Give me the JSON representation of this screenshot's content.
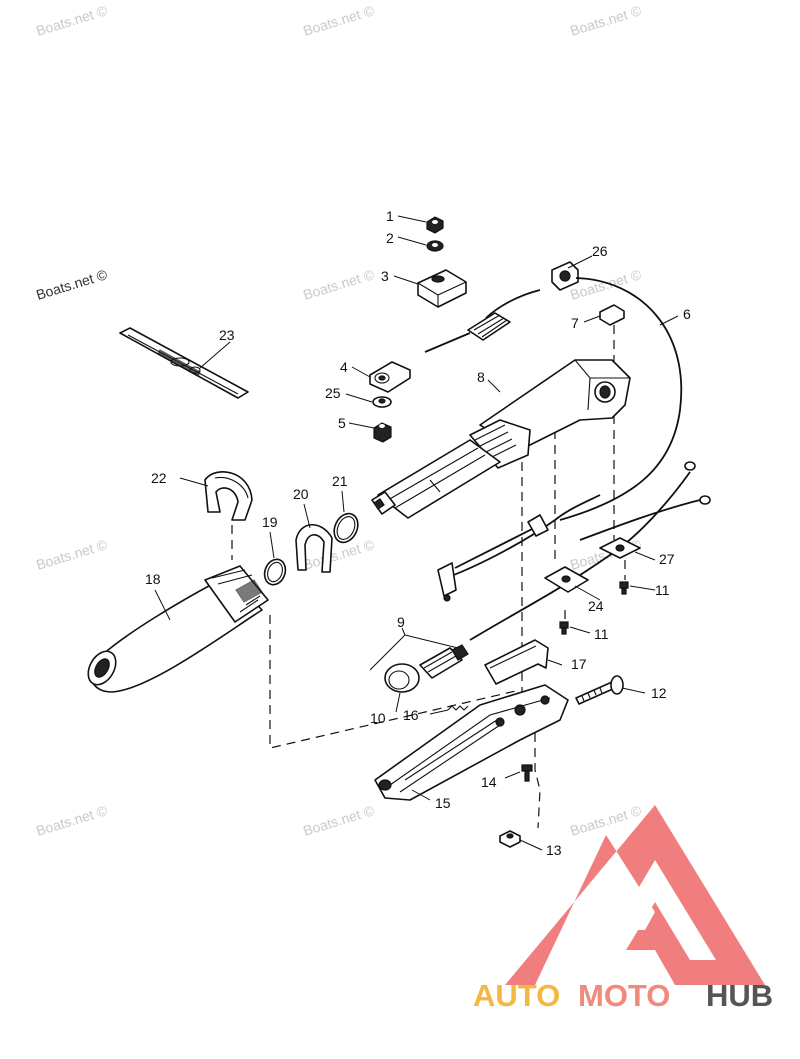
{
  "watermarks": [
    {
      "text": "Boats.net ©",
      "dark": false
    },
    {
      "text": "Boats.net ©",
      "dark": false
    },
    {
      "text": "Boats.net ©",
      "dark": false
    },
    {
      "text": "Boats.net ©",
      "dark": true
    },
    {
      "text": "Boats.net ©",
      "dark": false
    },
    {
      "text": "Boats.net ©",
      "dark": false
    },
    {
      "text": "Boats.net ©",
      "dark": false
    },
    {
      "text": "Boats.net ©",
      "dark": false
    },
    {
      "text": "Boats.net ©",
      "dark": false
    },
    {
      "text": "Boats.net ©",
      "dark": false
    },
    {
      "text": "Boats.net ©",
      "dark": false
    },
    {
      "text": "Boats.net ©",
      "dark": false
    }
  ],
  "callouts": [
    "1",
    "2",
    "3",
    "4",
    "5",
    "6",
    "7",
    "8",
    "9",
    "10",
    "11",
    "11",
    "12",
    "13",
    "14",
    "15",
    "16",
    "17",
    "18",
    "19",
    "20",
    "21",
    "22",
    "23",
    "24",
    "25",
    "26",
    "27"
  ],
  "logo": {
    "part1": "AUTO",
    "part2": "MOTO",
    "part3": "HUB",
    "color1": "#f5b740",
    "color2": "#f08a7a",
    "color3": "#555555",
    "triangle_color": "#f07070"
  }
}
